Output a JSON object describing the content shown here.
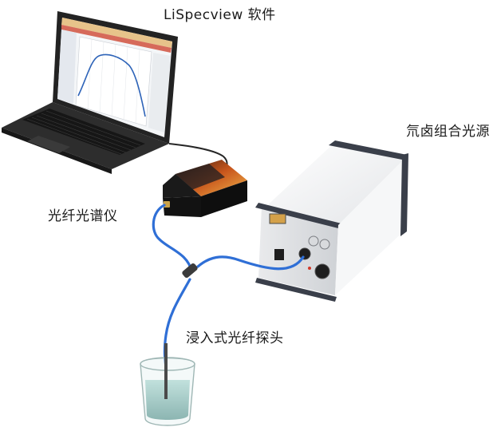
{
  "labels": {
    "software": "LiSpecview 软件",
    "light_source": "氘卤组合光源",
    "spectrometer": "光纤光谱仪",
    "probe": "浸入式光纤探头"
  },
  "colors": {
    "fiber": "#2f6fd6",
    "laptop_body": "#2b2b2b",
    "spectrometer_body": "#1c1c1c",
    "lamp_body": "#f2f2f2",
    "lamp_frame": "#3a3f4a",
    "liquid": "#7fb8b4"
  }
}
